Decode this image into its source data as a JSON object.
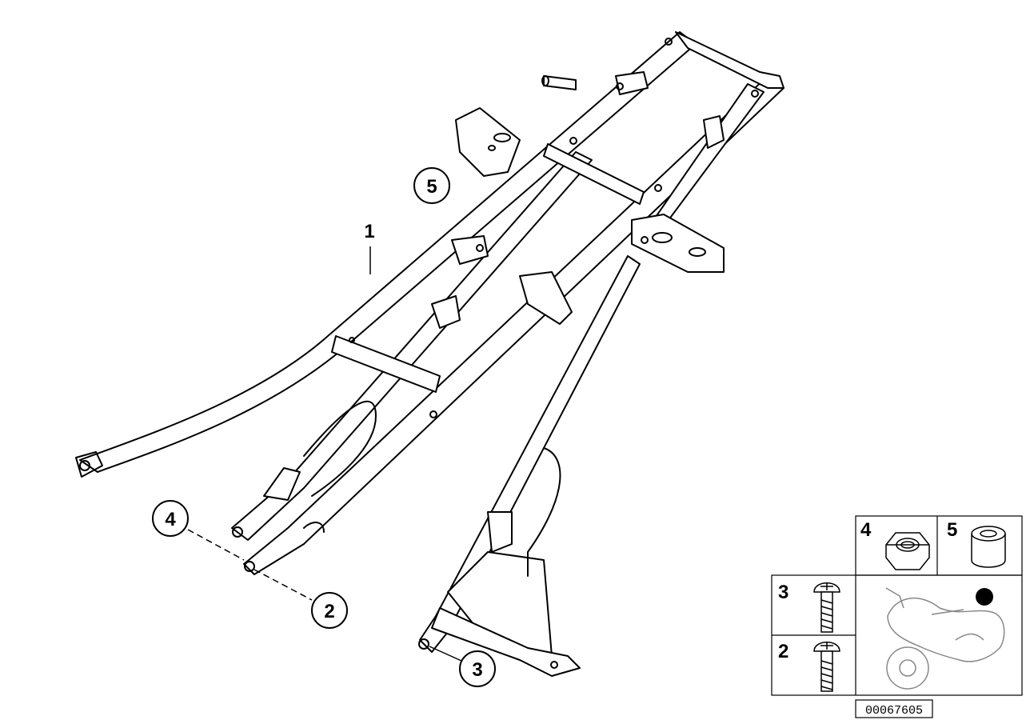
{
  "callouts": {
    "part_1": "1",
    "part_2": "2",
    "part_3": "3",
    "part_4": "4",
    "part_5": "5"
  },
  "legend": {
    "nut_label": "4",
    "spacer_label": "5",
    "screw_short_label": "3",
    "screw_long_label": "2"
  },
  "diagram_id": "00067605",
  "colors": {
    "line": "#000000",
    "marker": "#000000",
    "background": "#ffffff"
  }
}
